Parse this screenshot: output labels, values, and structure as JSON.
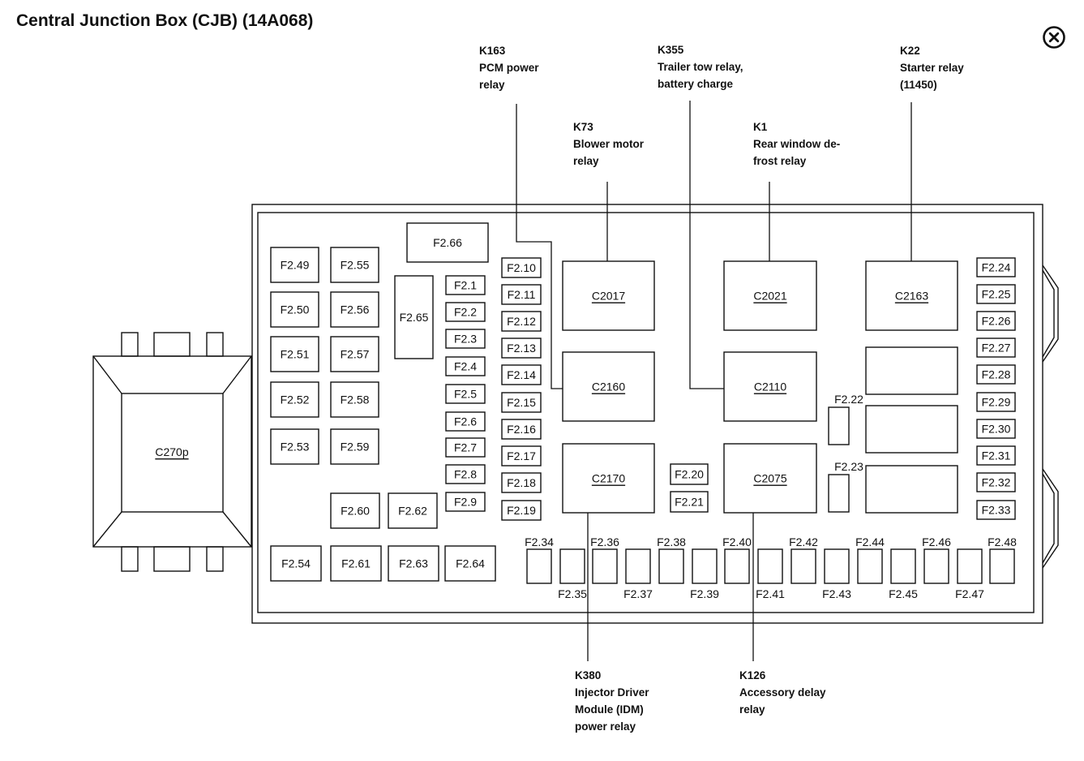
{
  "header": {
    "title": "Central Junction Box (CJB) (14A068)",
    "close_icon": "close-circle-icon"
  },
  "connector": {
    "label": "C270p"
  },
  "relay_connectors": [
    "C2017",
    "C2021",
    "C2163",
    "C2160",
    "C2110",
    "C2170",
    "C2075"
  ],
  "fuses": {
    "left_block": [
      "F2.49",
      "F2.55",
      "F2.50",
      "F2.56",
      "F2.51",
      "F2.57",
      "F2.52",
      "F2.58",
      "F2.53",
      "F2.59",
      "F2.60",
      "F2.62",
      "F2.54",
      "F2.61",
      "F2.63",
      "F2.64"
    ],
    "large": [
      "F2.66",
      "F2.65"
    ],
    "column_a": [
      "F2.1",
      "F2.2",
      "F2.3",
      "F2.4",
      "F2.5",
      "F2.6",
      "F2.7",
      "F2.8",
      "F2.9"
    ],
    "column_b": [
      "F2.10",
      "F2.11",
      "F2.12",
      "F2.13",
      "F2.14",
      "F2.15",
      "F2.16",
      "F2.17",
      "F2.18",
      "F2.19"
    ],
    "middle": [
      "F2.20",
      "F2.21",
      "F2.22",
      "F2.23"
    ],
    "right_column": [
      "F2.24",
      "F2.25",
      "F2.26",
      "F2.27",
      "F2.28",
      "F2.29",
      "F2.30",
      "F2.31",
      "F2.32",
      "F2.33"
    ],
    "bottom_row": [
      "F2.34",
      "F2.35",
      "F2.36",
      "F2.37",
      "F2.38",
      "F2.39",
      "F2.40",
      "F2.41",
      "F2.42",
      "F2.43",
      "F2.44",
      "F2.45",
      "F2.46",
      "F2.47",
      "F2.48"
    ]
  },
  "callouts": {
    "k163": [
      "K163",
      "PCM power",
      "relay"
    ],
    "k355": [
      "K355",
      "Trailer tow relay,",
      "battery charge"
    ],
    "k22": [
      "K22",
      "Starter relay",
      "(11450)"
    ],
    "k73": [
      "K73",
      "Blower motor",
      "relay"
    ],
    "k1": [
      "K1",
      "Rear window de-",
      "frost relay"
    ],
    "k380": [
      "K380",
      "Injector Driver",
      "Module (IDM)",
      "power relay"
    ],
    "k126": [
      "K126",
      "Accessory delay",
      "relay"
    ]
  }
}
